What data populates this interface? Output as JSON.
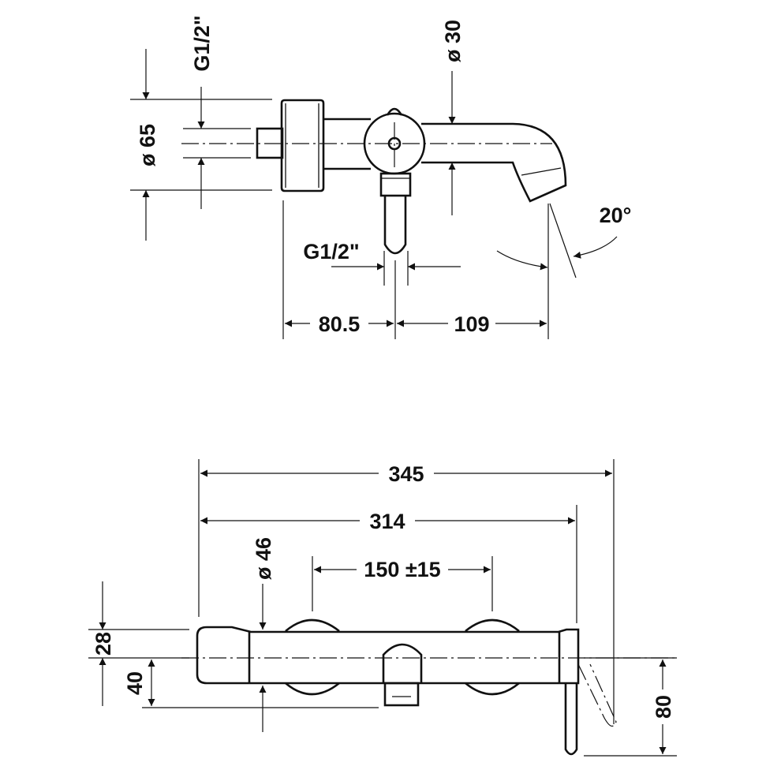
{
  "top_view": {
    "thread_inlet_label": "G1/2\"",
    "body_diameter_label": "ø 65",
    "spout_diameter_label": "ø 30",
    "thread_outlet_label": "G1/2\"",
    "angle_label": "20°",
    "dim_body_to_outlet": "80.5",
    "dim_outlet_to_spout": "109"
  },
  "front_view": {
    "overall_length": "345",
    "body_length": "314",
    "centre_distance": "150 ±15",
    "rosette_diameter": "ø 46",
    "dim_top_offset": "28",
    "dim_centre_height": "40",
    "dim_lever_height": "80"
  }
}
